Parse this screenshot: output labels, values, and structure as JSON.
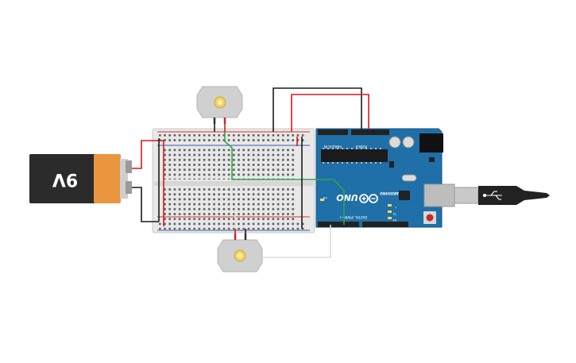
{
  "battery": {
    "label": "9V",
    "body_color": "#2b2b2b",
    "cap_color": "#e9963f"
  },
  "arduino": {
    "board_color": "#1f6fa8",
    "model_label": "UNO",
    "brand_label": "ARDUINO",
    "header_labels": {
      "power": "POWER",
      "analog": "ANALOG IN",
      "digital": "DIGITAL (PWM ~)"
    },
    "indicator_labels": [
      "L",
      "TX",
      "RX",
      "ON"
    ]
  },
  "breadboard": {
    "color": "#e8e8e8",
    "rail_red": "#d9302c",
    "rail_blue": "#3a55b4"
  },
  "wires": {
    "red": "#d7191c",
    "black": "#1a1a1a",
    "green": "#2ba84a",
    "white": "#dddddd"
  },
  "motor": {
    "body_color": "#d0d0d0",
    "shaft_color": "#f2d264"
  },
  "usb_cable": {
    "plug_color": "#c9c9c9",
    "cable_color": "#222222"
  }
}
